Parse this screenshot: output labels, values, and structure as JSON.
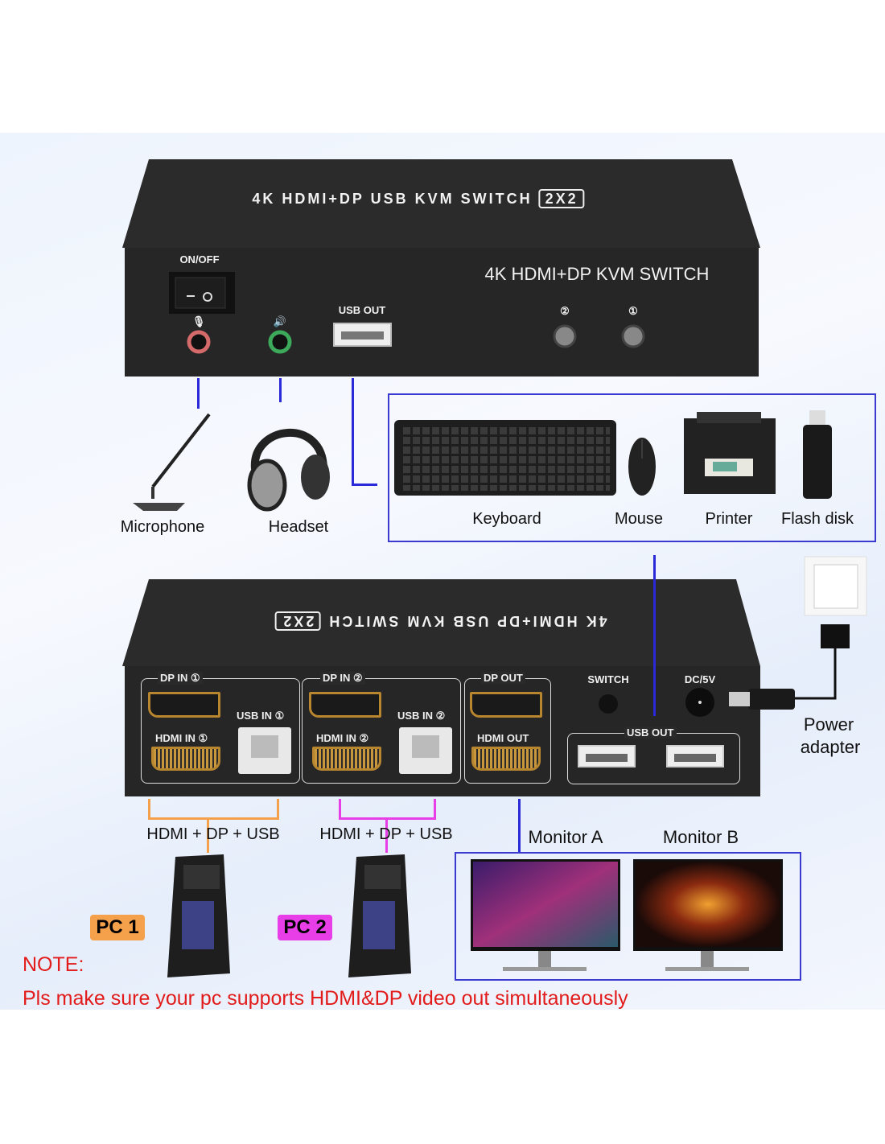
{
  "top_device": {
    "lid_text": "4K HDMI+DP USB KVM SWITCH",
    "lid_badge": "2X2",
    "front_title": "4K HDMI+DP KVM SWITCH",
    "power_label": "ON/OFF",
    "usb_out_label": "USB OUT",
    "button_2_label": "②",
    "button_1_label": "①"
  },
  "peripherals": {
    "microphone": "Microphone",
    "headset": "Headset",
    "keyboard": "Keyboard",
    "mouse": "Mouse",
    "printer": "Printer",
    "flash_disk": "Flash disk"
  },
  "bottom_device": {
    "lid_text": "4K HDMI+DP USB KVM SWITCH",
    "lid_badge": "2X2",
    "dp_in_1": "DP IN ①",
    "hdmi_in_1": "HDMI IN ①",
    "usb_in_1": "USB IN ①",
    "dp_in_2": "DP IN ②",
    "hdmi_in_2": "HDMI IN ②",
    "usb_in_2": "USB IN ②",
    "dp_out": "DP OUT",
    "hdmi_out": "HDMI OUT",
    "switch": "SWITCH",
    "dc": "DC/5V",
    "usb_out": "USB OUT"
  },
  "power_adapter": [
    "Power",
    "adapter"
  ],
  "connections": {
    "pc1": "HDMI + DP + USB",
    "pc2": "HDMI + DP + USB"
  },
  "monitors": {
    "a": "Monitor A",
    "b": "Monitor B"
  },
  "pcs": {
    "pc1": "PC 1",
    "pc2": "PC 2"
  },
  "note": {
    "title": "NOTE:",
    "text": "Pls make sure your pc supports HDMI&DP video out simultaneously"
  },
  "colors": {
    "blue_line": "#2a2ad8",
    "orange": "#f5a04a",
    "magenta": "#e83ee8",
    "note_red": "#e21b1b"
  }
}
